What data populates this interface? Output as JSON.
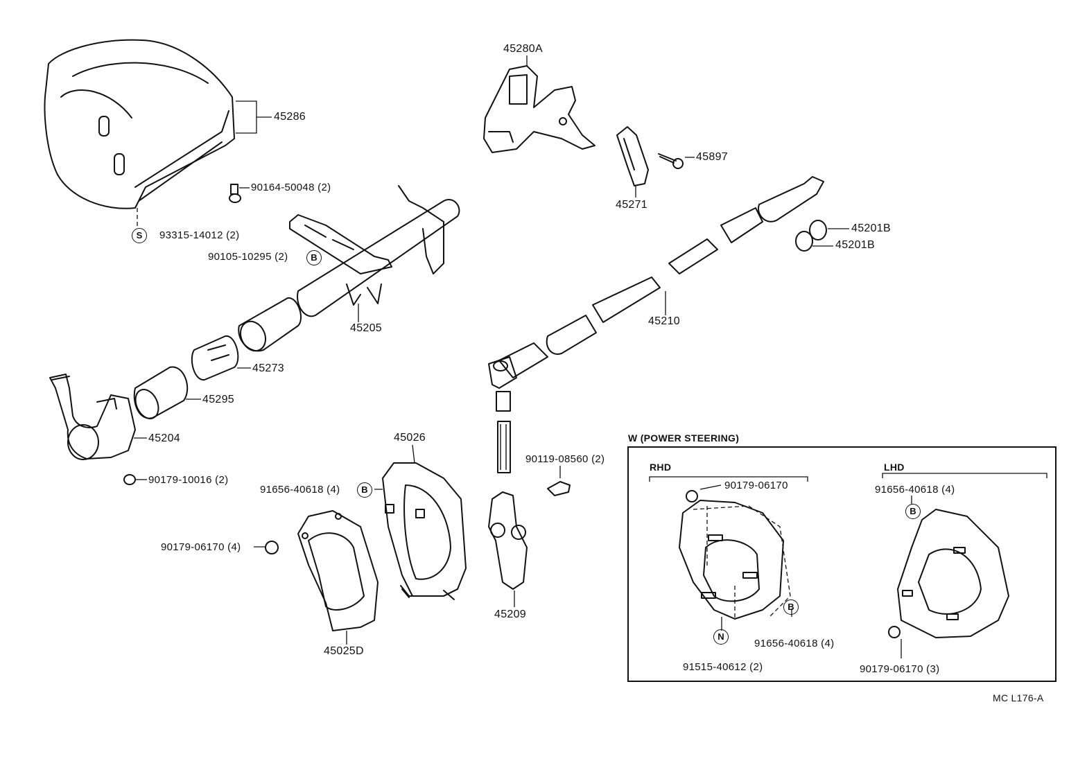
{
  "diagram": {
    "code": "MC L176-A",
    "parts": {
      "p45286": "45286",
      "p90164": "90164-50048 (2)",
      "p93315": "93315-14012 (2)",
      "p90105": "90105-10295 (2)",
      "p45205": "45205",
      "p45273": "45273",
      "p45295": "45295",
      "p45204": "45204",
      "p90179a": "90179-10016 (2)",
      "p91656a": "91656-40618 (4)",
      "p90179b": "90179-06170 (4)",
      "p45026": "45026",
      "p45025D": "45025D",
      "p45280A": "45280A",
      "p45897": "45897",
      "p45271": "45271",
      "p45201B_1": "45201B",
      "p45201B_2": "45201B",
      "p45210": "45210",
      "p90119": "90119-08560 (2)",
      "p45209": "45209"
    },
    "markers": {
      "S": "S",
      "B": "B",
      "N": "N"
    },
    "inset": {
      "title": "W (POWER STEERING)",
      "rhd": {
        "heading": "RHD",
        "p90179": "90179-06170",
        "p91515": "91515-40612 (2)",
        "p91656": "91656-40618 (4)"
      },
      "lhd": {
        "heading": "LHD",
        "p91656": "91656-40618 (4)",
        "p90179": "90179-06170 (3)"
      }
    }
  }
}
